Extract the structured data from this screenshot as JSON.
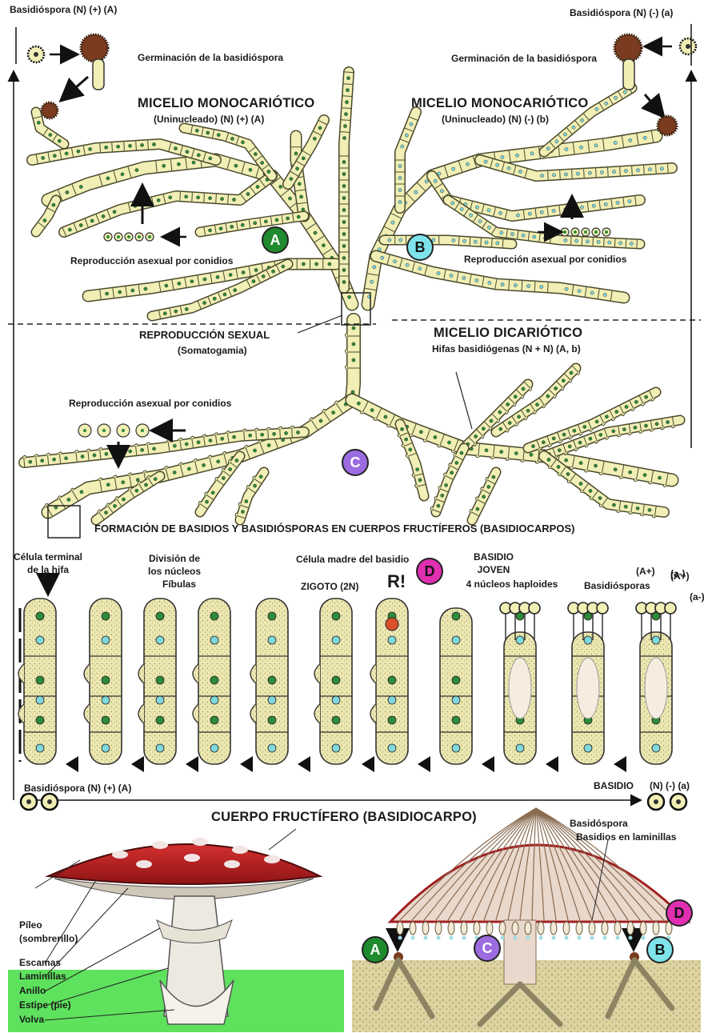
{
  "colors": {
    "hypha_fill": "#f1efb5",
    "hypha_stroke": "#4a4a2e",
    "nucleus_green": "#2e8b3a",
    "nucleus_cyan": "#7fd8dc",
    "nucleus_red": "#d9502b",
    "spore_brown": "#7a3b1f",
    "cap_red": "#c62828",
    "grass_green": "#5ee25e",
    "soil": "#ddd4a0",
    "badge_A": "#1f8a2e",
    "badge_B": "#7ee3ea",
    "badge_C": "#9b6be0",
    "badge_D": "#e02fb0"
  },
  "top_left": {
    "spore": "Basidióspora (N) (+) (A)",
    "germination": "Germinación  de la basidióspora",
    "mycelium_title": "MICELIO MONOCARIÓTICO",
    "mycelium_sub": "(Uninucleado) (N) (+) (A)",
    "asexual": "Reproducción asexual por conidios",
    "badge": "A"
  },
  "top_right": {
    "spore": "Basidióspora  (N) (-) (a)",
    "germination": "Germinación de la basidióspora",
    "mycelium_title": "MICELIO MONOCARIÓTICO",
    "mycelium_sub": "(Uninucleado) (N) (-) (b)",
    "asexual": "Reproducción asexual por conidios",
    "badge": "B"
  },
  "sexual": {
    "title": "REPRODUCCIÓN SEXUAL",
    "sub": "(Somatogamia)"
  },
  "dikaryotic": {
    "title": "MICELIO DICARIÓTICO",
    "sub": "Hifas basidiógenas (N + N) (A, b)",
    "asexual": "Reproducción asexual por conidios",
    "badge": "C"
  },
  "basidia": {
    "heading": "FORMACIÓN DE BASIDIOS Y BASIDIÓSPORAS EN CUERPOS FRUCTÍFEROS (BASIDIOCARPOS)",
    "terminal_1": "Célula terminal",
    "terminal_2": "de la hifa",
    "division_1": "División de",
    "division_2": "los núcleos",
    "fibulas": "Fíbulas",
    "mother": "Célula madre del  basidio",
    "zygote": "ZIGOTO (2N)",
    "r": "R!",
    "badge": "D",
    "young_1": "BASIDIO",
    "young_2": "JOVEN",
    "young_3": "4 núcleos haploides",
    "spores_label": "Basidiósporas",
    "a_plus_1": "(A+)",
    "a_minus": "(a-)",
    "a_plus_2": "(A+)",
    "a_minus_2": "(a-)"
  },
  "bottom": {
    "spore_left": "Basidióspora (N) (+) (A)",
    "basidio": "BASIDIO",
    "spore_right": "(N) (-) (a)",
    "fruit_title": "CUERPO FRUCTÍFERO (BASIDIOCARPO)",
    "basidospora": "Basidóspora",
    "laminillas": "Basidios en laminillas",
    "pileo_1": "Píleo",
    "pileo_2": "(sombrerillo)",
    "escamas": "Escamas",
    "laminillas_l": "Laminillas",
    "anillo": "Anillo",
    "estipe": "Estipe (pie)",
    "volva": "Volva",
    "badge_A": "A",
    "badge_B": "B",
    "badge_C": "C",
    "badge_D": "D"
  }
}
